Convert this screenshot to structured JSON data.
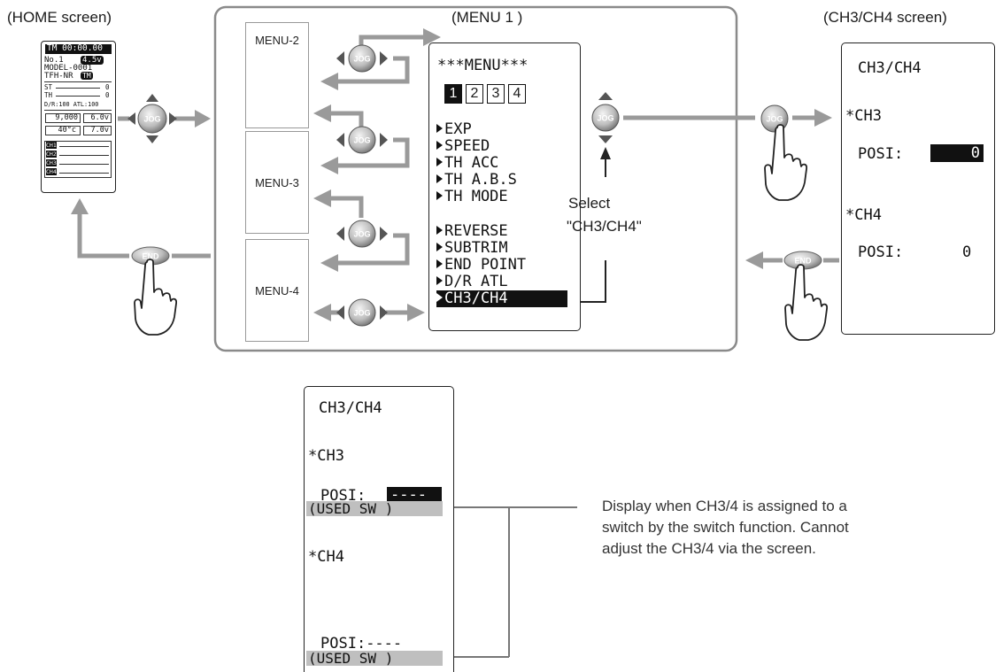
{
  "labels": {
    "home_screen": "(HOME screen)",
    "menu1": "(MENU 1 )",
    "ch_screen": "(CH3/CH4 screen)",
    "select_line1": "Select",
    "select_line2": "\"CH3/CH4\""
  },
  "buttons": {
    "jog": "JOG",
    "end": "END"
  },
  "home": {
    "timer": "TM 00:00.00",
    "model_no": "No.1",
    "voltage": "4.5v",
    "model_name": "MODEL-0001",
    "type": "TFH-NR",
    "tm_badge": "TM",
    "st_label": "ST",
    "st_value": "0",
    "th_label": "TH",
    "th_value": "0",
    "dr_line": "D/R:100 ATL:100",
    "reading1": "9,000",
    "reading2": "6.0v",
    "temp": "40°c",
    "reading3": "7.0v",
    "ch_rows": [
      "CH1",
      "CH2",
      "CH3",
      "CH4"
    ]
  },
  "menu_pages": [
    "MENU-2",
    "MENU-3",
    "MENU-4"
  ],
  "menu1": {
    "title": "***MENU***",
    "pages": [
      "1",
      "2",
      "3",
      "4"
    ],
    "group1": [
      "EXP",
      "SPEED",
      "TH ACC",
      "TH A.B.S",
      "TH MODE"
    ],
    "group2": [
      "REVERSE",
      "SUBTRIM",
      "END POINT",
      "D/R ATL",
      "CH3/CH4"
    ]
  },
  "ch_screen": {
    "title": "CH3/CH4",
    "ch3_label": "*CH3",
    "posi_label": "POSI:",
    "ch3_value": "0",
    "ch4_label": "*CH4",
    "ch4_value": "0"
  },
  "ch_switch_screen": {
    "title": "CH3/CH4",
    "ch3_label": "*CH3",
    "posi_label": "POSI:",
    "ch3_value": "----",
    "used_sw": "(USED SW )",
    "ch4_label": "*CH4",
    "ch4_value": "----"
  },
  "note": [
    "Display when CH3/4 is assigned to a",
    "switch by the switch function. Cannot",
    "adjust the CH3/4 via the screen."
  ]
}
